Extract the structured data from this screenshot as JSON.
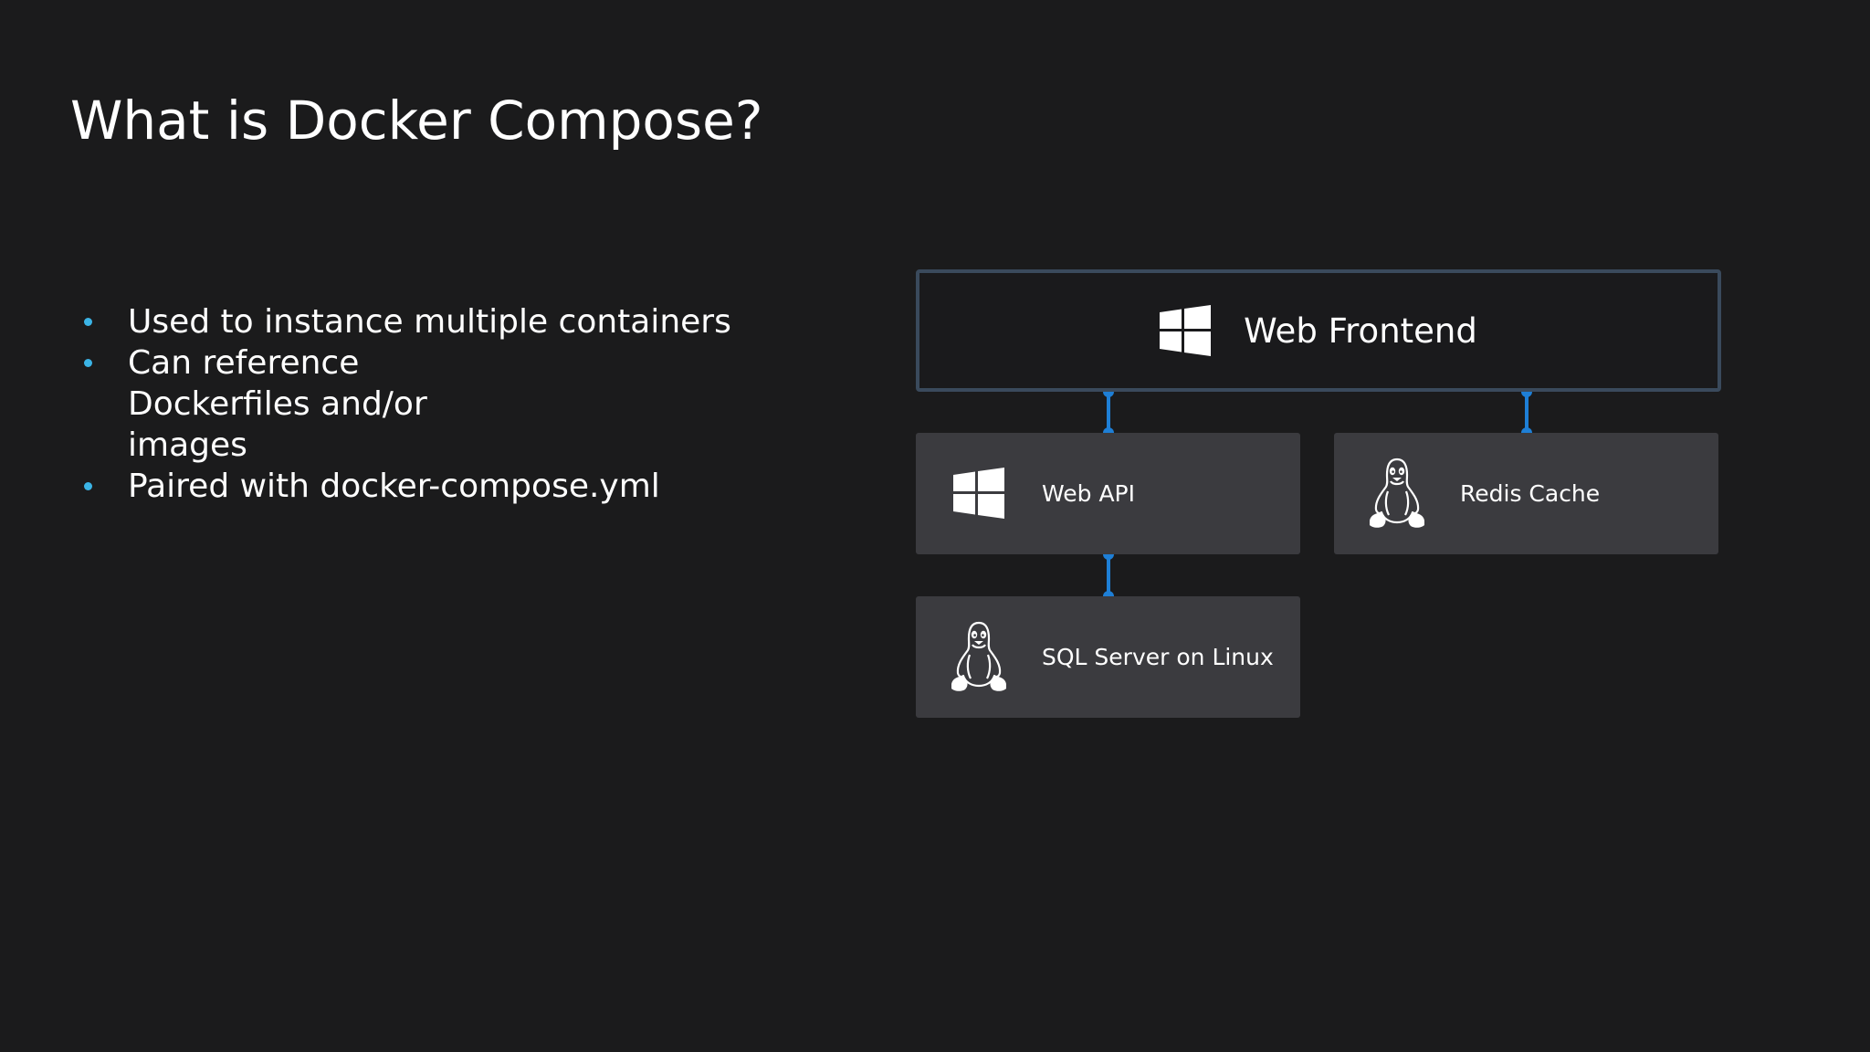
{
  "slide": {
    "title": "What is Docker Compose?",
    "bullets": [
      "Used to instance multiple containers",
      "Can reference Dockerfiles and/or images",
      "Paired with docker-compose.yml"
    ]
  },
  "diagram": {
    "frontend": {
      "label": "Web Frontend",
      "icon": "windows-logo-icon"
    },
    "web_api": {
      "label": "Web API",
      "icon": "windows-logo-icon"
    },
    "redis": {
      "label": "Redis Cache",
      "icon": "linux-tux-icon"
    },
    "sql": {
      "label": "SQL Server on Linux",
      "icon": "linux-tux-icon"
    },
    "connections": [
      [
        "frontend",
        "web_api"
      ],
      [
        "frontend",
        "redis"
      ],
      [
        "web_api",
        "sql"
      ]
    ]
  },
  "colors": {
    "background": "#1b1b1c",
    "bullet": "#3bb4e6",
    "connector": "#1e7fd6",
    "node_fill": "#3b3b3f",
    "frontend_border": "#3a4a5c"
  }
}
